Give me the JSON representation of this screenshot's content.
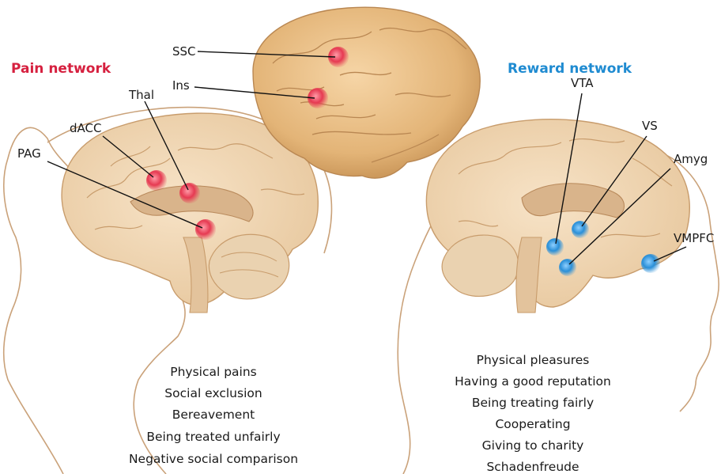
{
  "pain": {
    "title": "Pain network",
    "color": "#d6203f",
    "labels": {
      "ssc": "SSC",
      "ins": "Ins",
      "thal": "Thal",
      "dacc": "dACC",
      "pag": "PAG"
    },
    "items": [
      "Physical pains",
      "Social exclusion",
      "Bereavement",
      "Being treated unfairly",
      "Negative social comparison"
    ]
  },
  "reward": {
    "title": "Reward network",
    "color": "#1f8bd1",
    "labels": {
      "vta": "VTA",
      "vs": "VS",
      "amyg": "Amyg",
      "vmpfc": "VMPFC"
    },
    "items": [
      "Physical pleasures",
      "Having a good reputation",
      "Being treating fairly",
      "Cooperating",
      "Giving to charity",
      "Schadenfreude"
    ]
  },
  "colors": {
    "brain": "#f0d6b3",
    "brain_shade": "#d8b48a",
    "brain_top": "#e5b77a",
    "head_outline": "#caa27a"
  }
}
